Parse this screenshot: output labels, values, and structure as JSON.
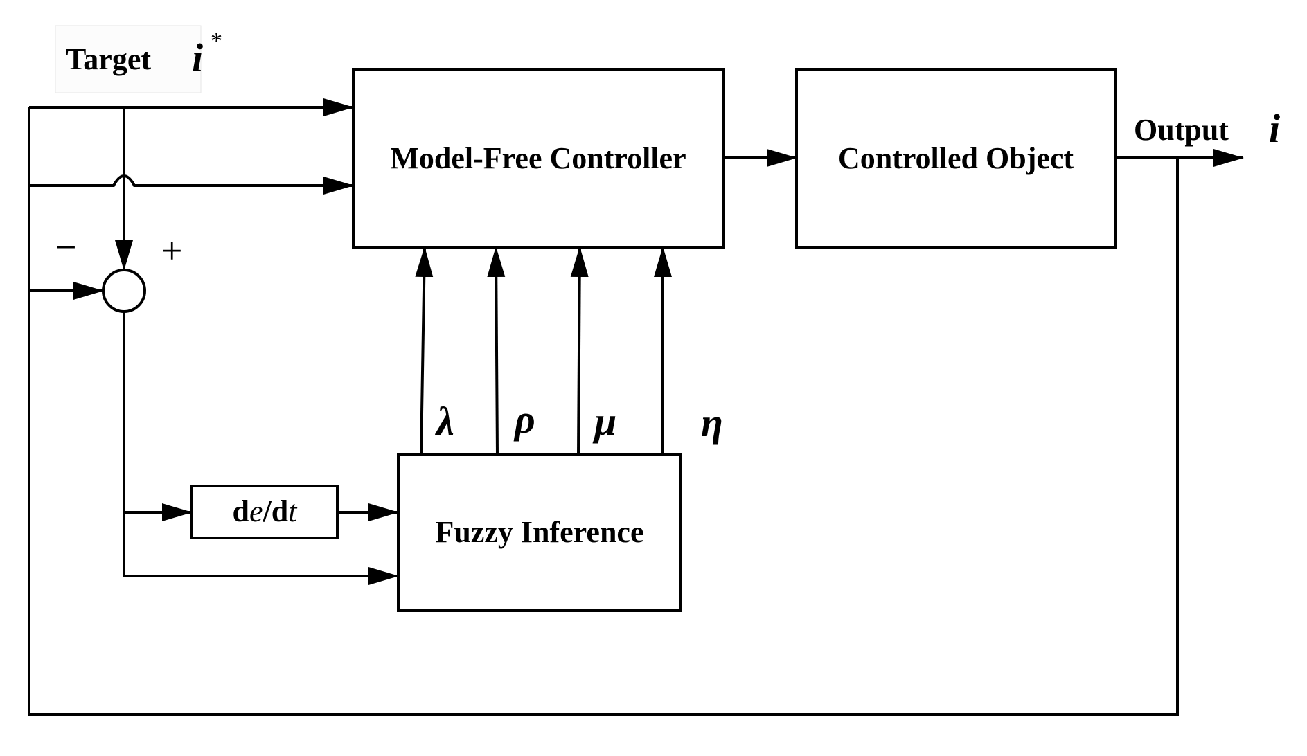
{
  "target_label": "Target",
  "target_symbol": "i",
  "target_superscript": "*",
  "minus_sign": "−",
  "plus_sign": "+",
  "blocks": {
    "controller": "Model-Free Controller",
    "plant": "Controlled Object",
    "fuzzy": "Fuzzy Inference",
    "derivative": {
      "d1": "d",
      "e": "e",
      "slash_d": "/d",
      "t": "t"
    }
  },
  "output_label": "Output",
  "output_symbol": "i",
  "parameters": [
    "λ",
    "ρ",
    "μ",
    "η"
  ]
}
